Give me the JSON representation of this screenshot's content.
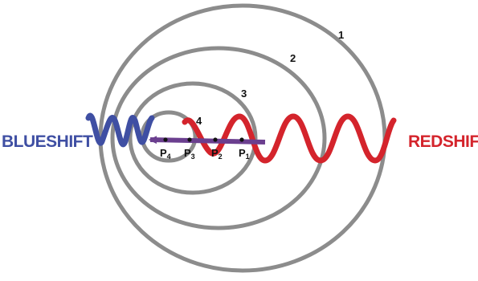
{
  "labels": {
    "blueshift": "BLUESHIFT",
    "redshift": "REDSHIFT"
  },
  "rings": [
    {
      "number": "1"
    },
    {
      "number": "2"
    },
    {
      "number": "3"
    },
    {
      "number": "4"
    }
  ],
  "points": [
    {
      "letter": "P",
      "sub": "1"
    },
    {
      "letter": "P",
      "sub": "2"
    },
    {
      "letter": "P",
      "sub": "3"
    },
    {
      "letter": "P",
      "sub": "4"
    }
  ],
  "colors": {
    "blue": "#3f4fa3",
    "red": "#d4242c",
    "ring": "#8c8c8c",
    "arrow": "#6b3f8f"
  }
}
